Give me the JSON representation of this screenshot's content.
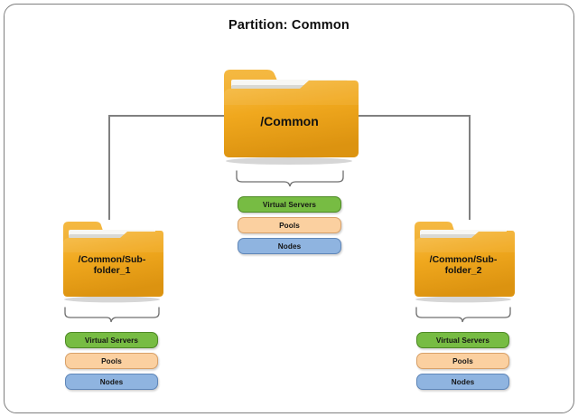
{
  "diagram": {
    "title": "Partition: Common",
    "type": "folder-hierarchy"
  },
  "root": {
    "label": "/Common",
    "icon": "folder-icon",
    "objects": [
      {
        "label": "Virtual Servers",
        "color": "#77bc43",
        "kind": "vs"
      },
      {
        "label": "Pools",
        "color": "#fbd0a0",
        "kind": "pl"
      },
      {
        "label": "Nodes",
        "color": "#8fb4e0",
        "kind": "nd"
      }
    ]
  },
  "children": [
    {
      "label_line1": "/Common/Sub-",
      "label_line2": "folder_1",
      "icon": "folder-icon",
      "objects": [
        {
          "label": "Virtual Servers",
          "color": "#77bc43",
          "kind": "vs"
        },
        {
          "label": "Pools",
          "color": "#fbd0a0",
          "kind": "pl"
        },
        {
          "label": "Nodes",
          "color": "#8fb4e0",
          "kind": "nd"
        }
      ]
    },
    {
      "label_line1": "/Common/Sub-",
      "label_line2": "folder_2",
      "icon": "folder-icon",
      "objects": [
        {
          "label": "Virtual Servers",
          "color": "#77bc43",
          "kind": "vs"
        },
        {
          "label": "Pools",
          "color": "#fbd0a0",
          "kind": "pl"
        },
        {
          "label": "Nodes",
          "color": "#8fb4e0",
          "kind": "nd"
        }
      ]
    }
  ],
  "colors": {
    "folder_body": "#f0a81e",
    "folder_front": "#f3b030",
    "border": "#7f7f7f",
    "connector": "#808080",
    "background": "#ffffff"
  }
}
